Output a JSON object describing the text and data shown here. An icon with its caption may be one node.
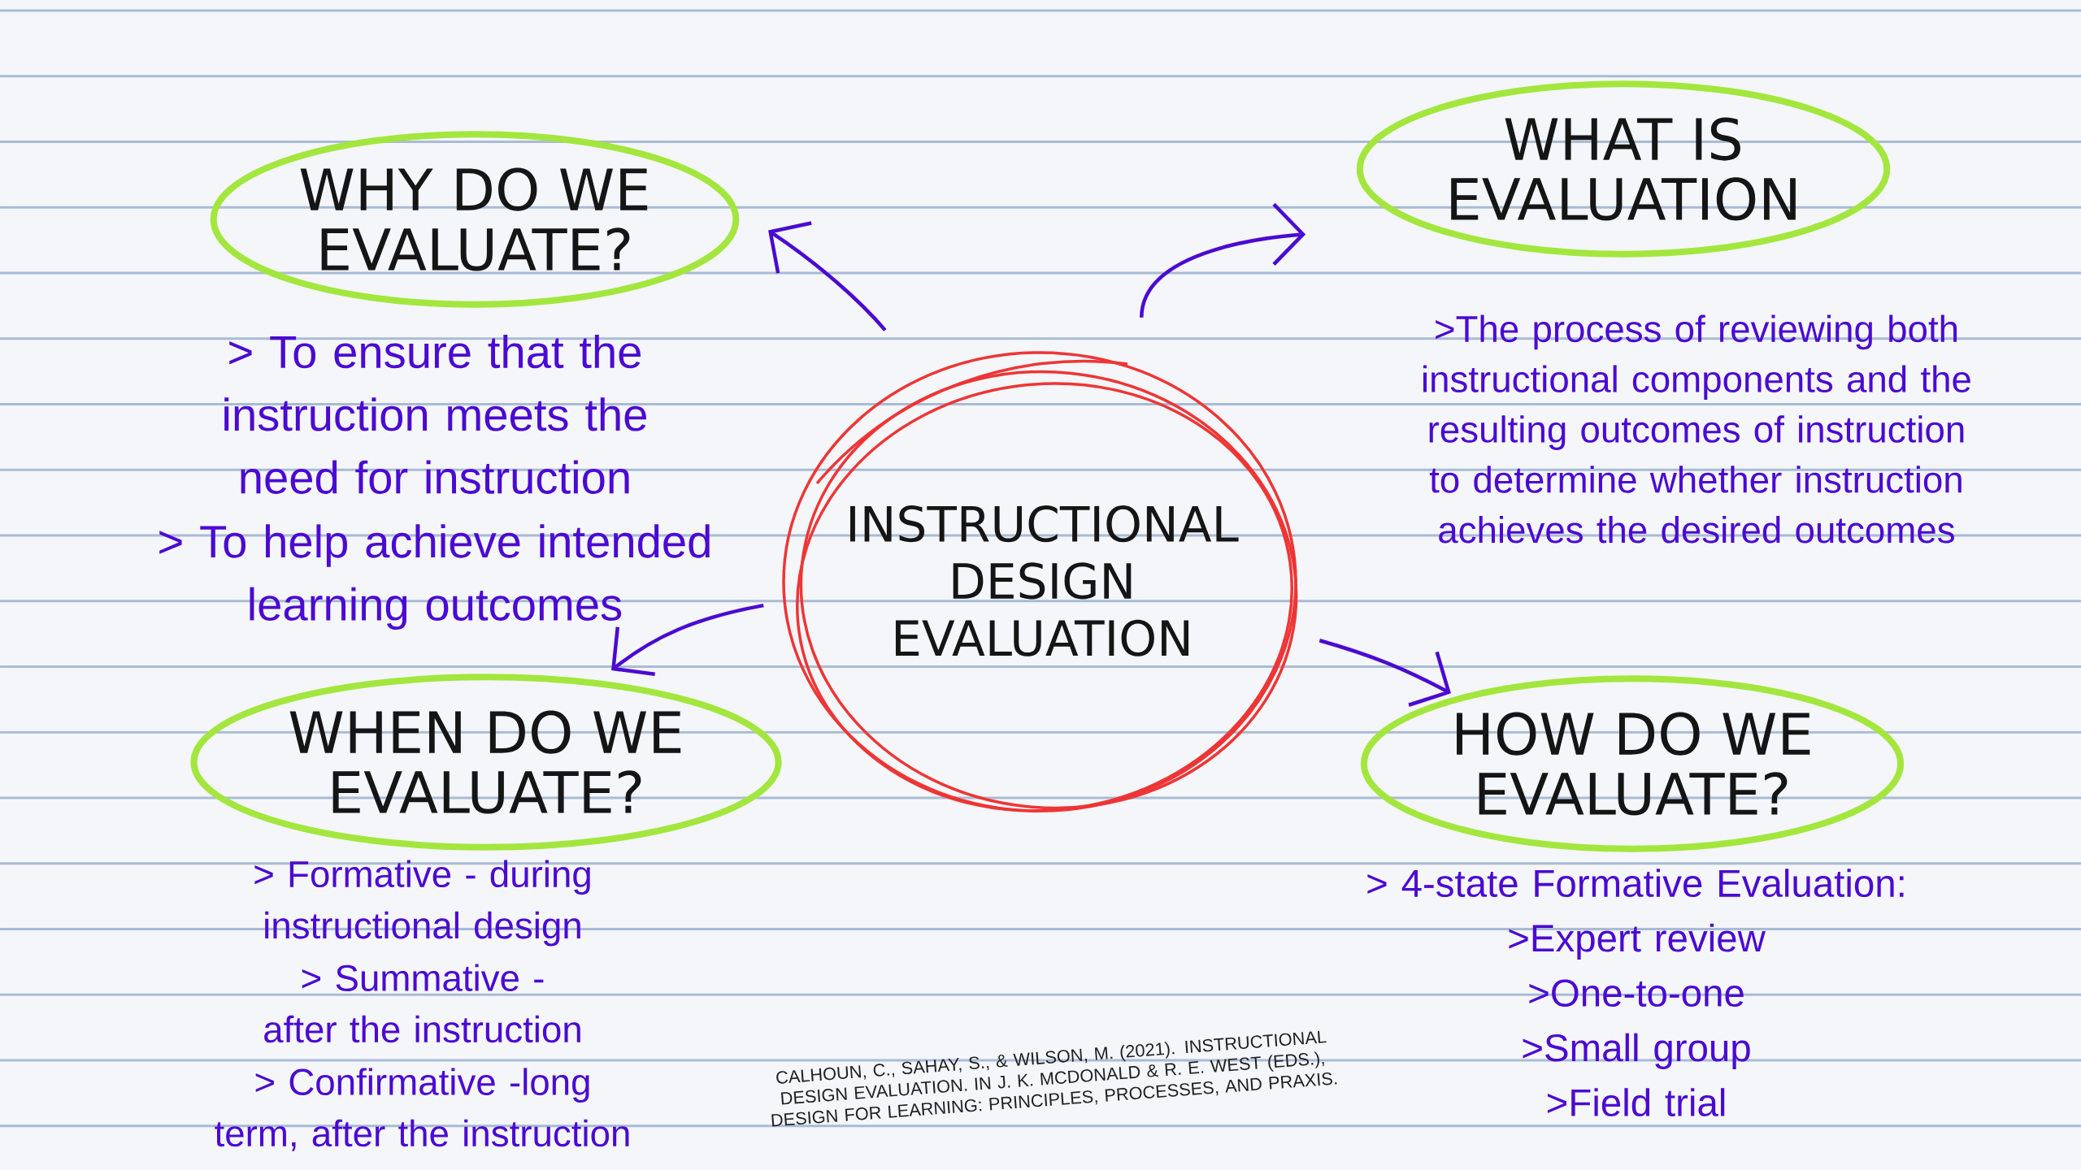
{
  "diagram": {
    "nodes": [
      {
        "text": [
          "INSTRUCTIONAL DESIGN EVALUATION"
        ]
      },
      {
        "text": [
          "WHY DO WE EVALUATE?"
        ],
        "beside": [
          "> To ensure that the instruction meets the need for instruction",
          "> To help achieve intended learning outcomes"
        ]
      },
      {
        "text": [
          "WHAT IS EVALUATION"
        ],
        "beside": [
          ">The process of reviewing both instructional components and the resulting outcomes of instruction to determine whether instruction achieves the desired outcomes"
        ]
      },
      {
        "text": [
          "WHEN DO WE EVALUATE?"
        ],
        "beside": [
          "> Formative - during instructional design",
          "> Summative - after the instruction",
          "> Confirmative -long term, after the instruction"
        ]
      },
      {
        "text": [
          "HOW DO WE EVALUATE?"
        ],
        "beside": [
          "> 4-state Formative Evaluation:",
          ">Expert review",
          ">One-to-one",
          ">Small group",
          ">Field trial"
        ]
      }
    ],
    "edges": [
      {
        "from": 0,
        "to": 1,
        "arrow": "to"
      },
      {
        "from": 0,
        "to": 2,
        "arrow": "to"
      },
      {
        "from": 0,
        "to": 3,
        "arrow": "to"
      },
      {
        "from": 0,
        "to": 4,
        "arrow": "to"
      }
    ],
    "labels": [
      "CALHOUN, C., SAHAY, S., & WILSON, M. (2021). INSTRUCTIONAL DESIGN EVALUATION. IN J. K. MCDONALD & R. E. WEST (EDS.), DESIGN FOR LEARNING: PRINCIPLES, PROCESSES, AND PRAXIS."
    ]
  }
}
